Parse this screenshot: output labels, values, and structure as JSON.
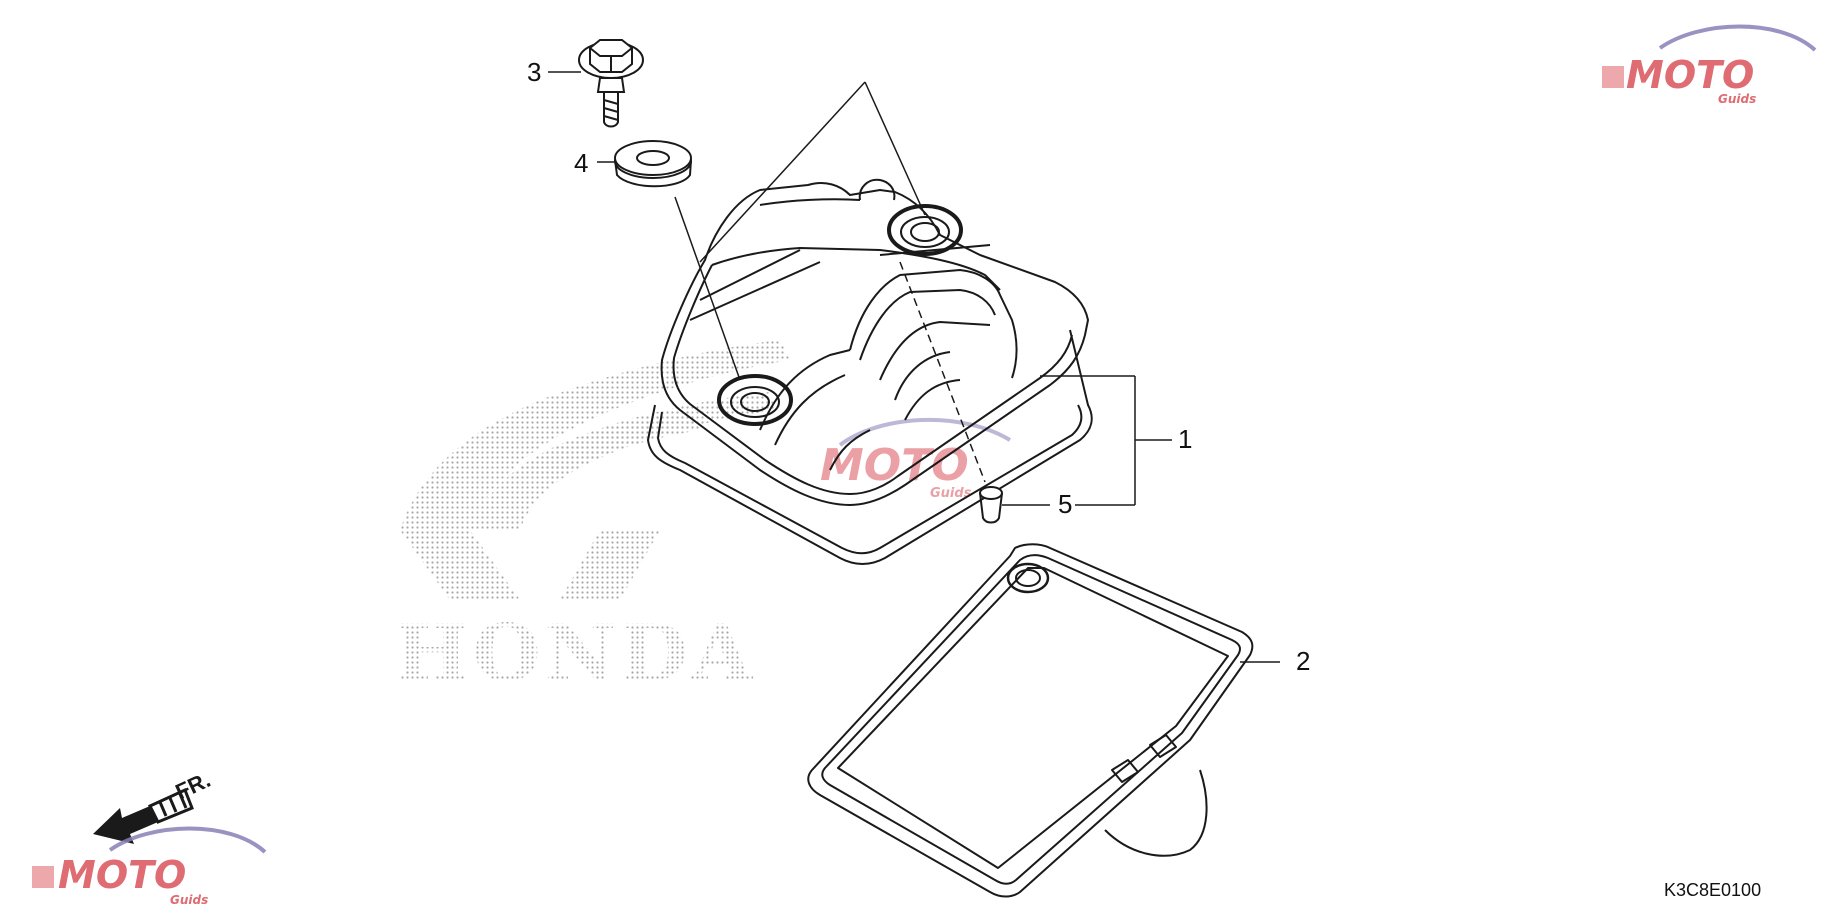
{
  "diagram": {
    "callouts": [
      {
        "id": "1",
        "label": "1"
      },
      {
        "id": "2",
        "label": "2"
      },
      {
        "id": "3",
        "label": "3"
      },
      {
        "id": "4",
        "label": "4"
      },
      {
        "id": "5",
        "label": "5"
      }
    ],
    "part_code": "K3C8E0100",
    "direction_label": "FR.",
    "background_logo_text": "HONDA",
    "watermark": {
      "text": "MOTO",
      "subtext": "Guids"
    }
  },
  "colors": {
    "line": "#1a1a1a",
    "dots": "#8a8a8a",
    "watermark_red": "#d9535a",
    "watermark_purple": "#8a7fb8"
  }
}
